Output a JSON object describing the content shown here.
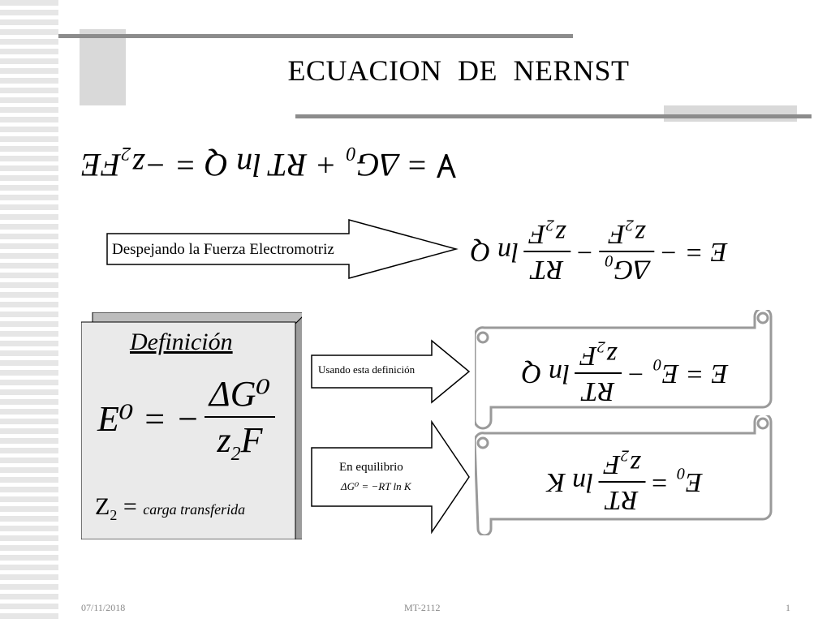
{
  "slide": {
    "title": "ECUACION   DE   NERNST",
    "arrow1_label": "Despejando la Fuerza Electromotriz",
    "definition_title": "Definición",
    "z2_label": "Z",
    "z2_sub": "2",
    "z2_text": "carga transferida",
    "arrow2_label": "Usando esta definición",
    "arrow3_label": "En equilibrio",
    "arrow3_eq": "ΔG⁰ = −RT ln K"
  },
  "equations": {
    "eq1_flipped": "∀ = ΔG₀ + RT ln Q = −z₂FE",
    "eq2_lhs_flipped": "E = −",
    "eq2_frac1_num": "ΔG₀",
    "eq2_frac1_den": "z₂F",
    "eq2_mid": "−",
    "eq2_frac2_num": "RT",
    "eq2_frac2_den": "z₂F",
    "eq2_tail": "ln Q",
    "def_lhs": "E⁰ = −",
    "def_num": "ΔG⁰",
    "def_den_z": "z",
    "def_den_sub": "2",
    "def_den_f": "F",
    "scroll1_lhs": "E = E₀ −",
    "scroll1_num": "RT",
    "scroll1_den": "z₂F",
    "scroll1_tail": "ln Q",
    "scroll2_lhs": "E₀ =",
    "scroll2_num": "RT",
    "scroll2_den": "z₂F",
    "scroll2_tail": "ln K"
  },
  "footer": {
    "date": "07/11/2018",
    "code": "MT-2112",
    "page": "1"
  },
  "colors": {
    "bar": "#8c8c8c",
    "block": "#d9d9d9",
    "box_fill": "#eaeaea",
    "stripe": "#e6e6e6"
  }
}
